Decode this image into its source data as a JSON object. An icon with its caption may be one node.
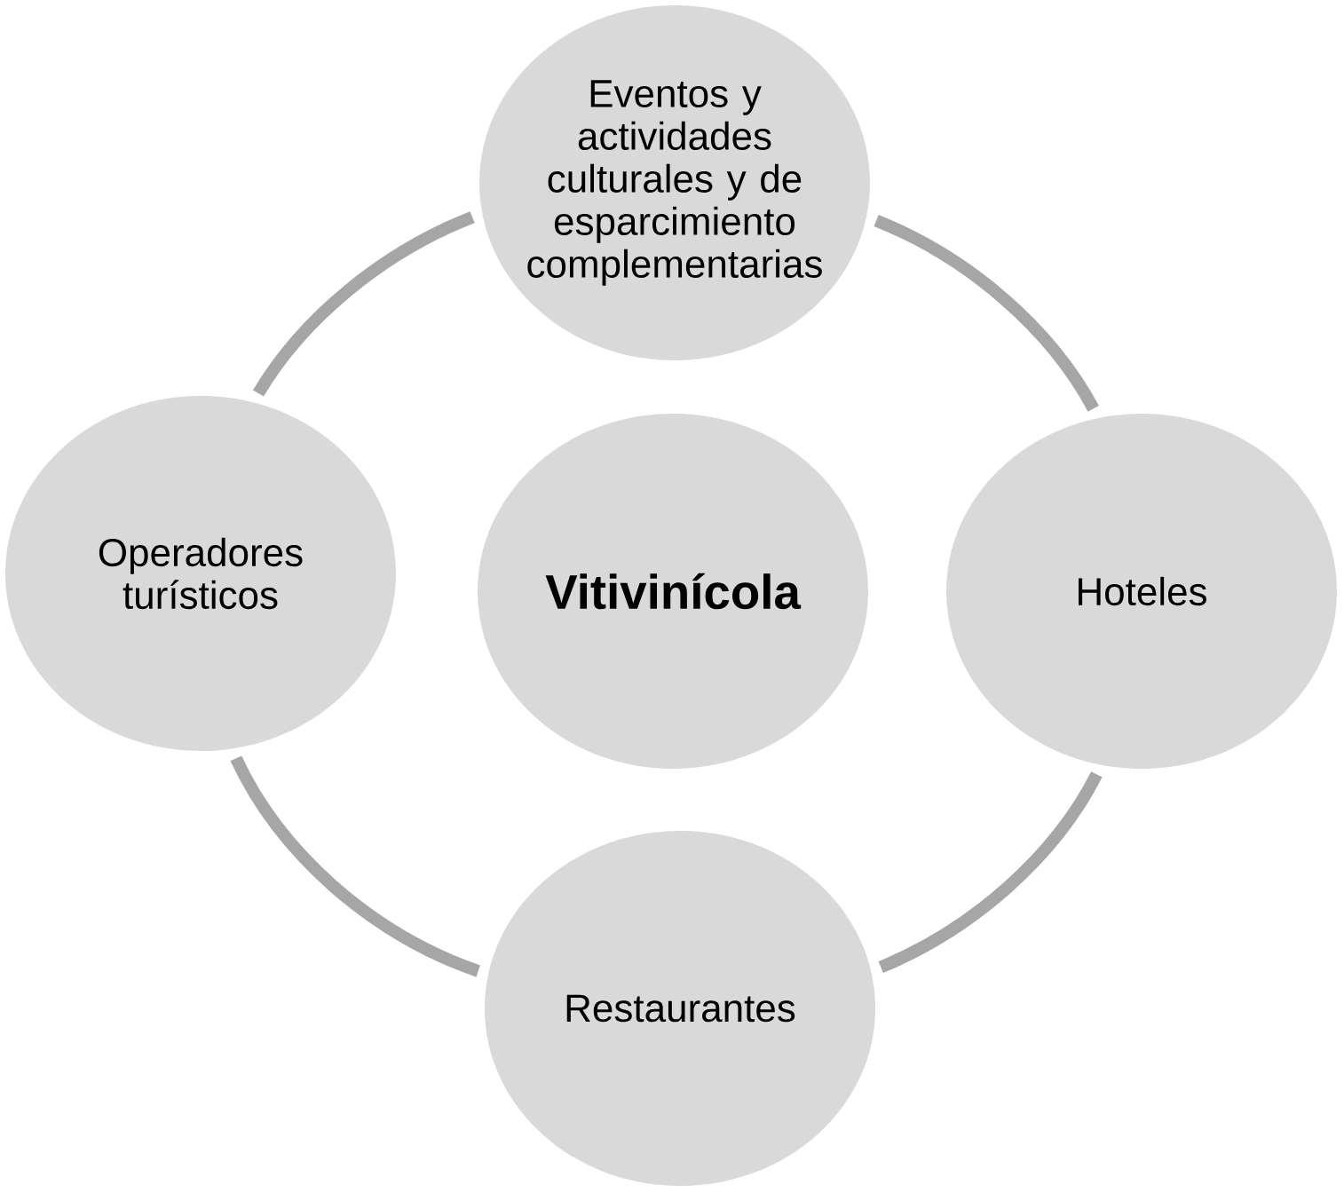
{
  "diagram": {
    "nodes": [
      {
        "text": [
          "Eventos y actividades culturales y de esparcimiento complementarias"
        ]
      },
      {
        "text": [
          "Operadores turísticos"
        ]
      },
      {
        "text": [
          "Vitivinícola"
        ]
      },
      {
        "text": [
          "Hoteles"
        ]
      },
      {
        "text": [
          "Restaurantes"
        ]
      }
    ],
    "edges": [
      {
        "from": 0,
        "to": 3,
        "arrow": "none"
      },
      {
        "from": 3,
        "to": 4,
        "arrow": "none"
      },
      {
        "from": 4,
        "to": 1,
        "arrow": "none"
      },
      {
        "from": 1,
        "to": 0,
        "arrow": "none"
      }
    ]
  }
}
